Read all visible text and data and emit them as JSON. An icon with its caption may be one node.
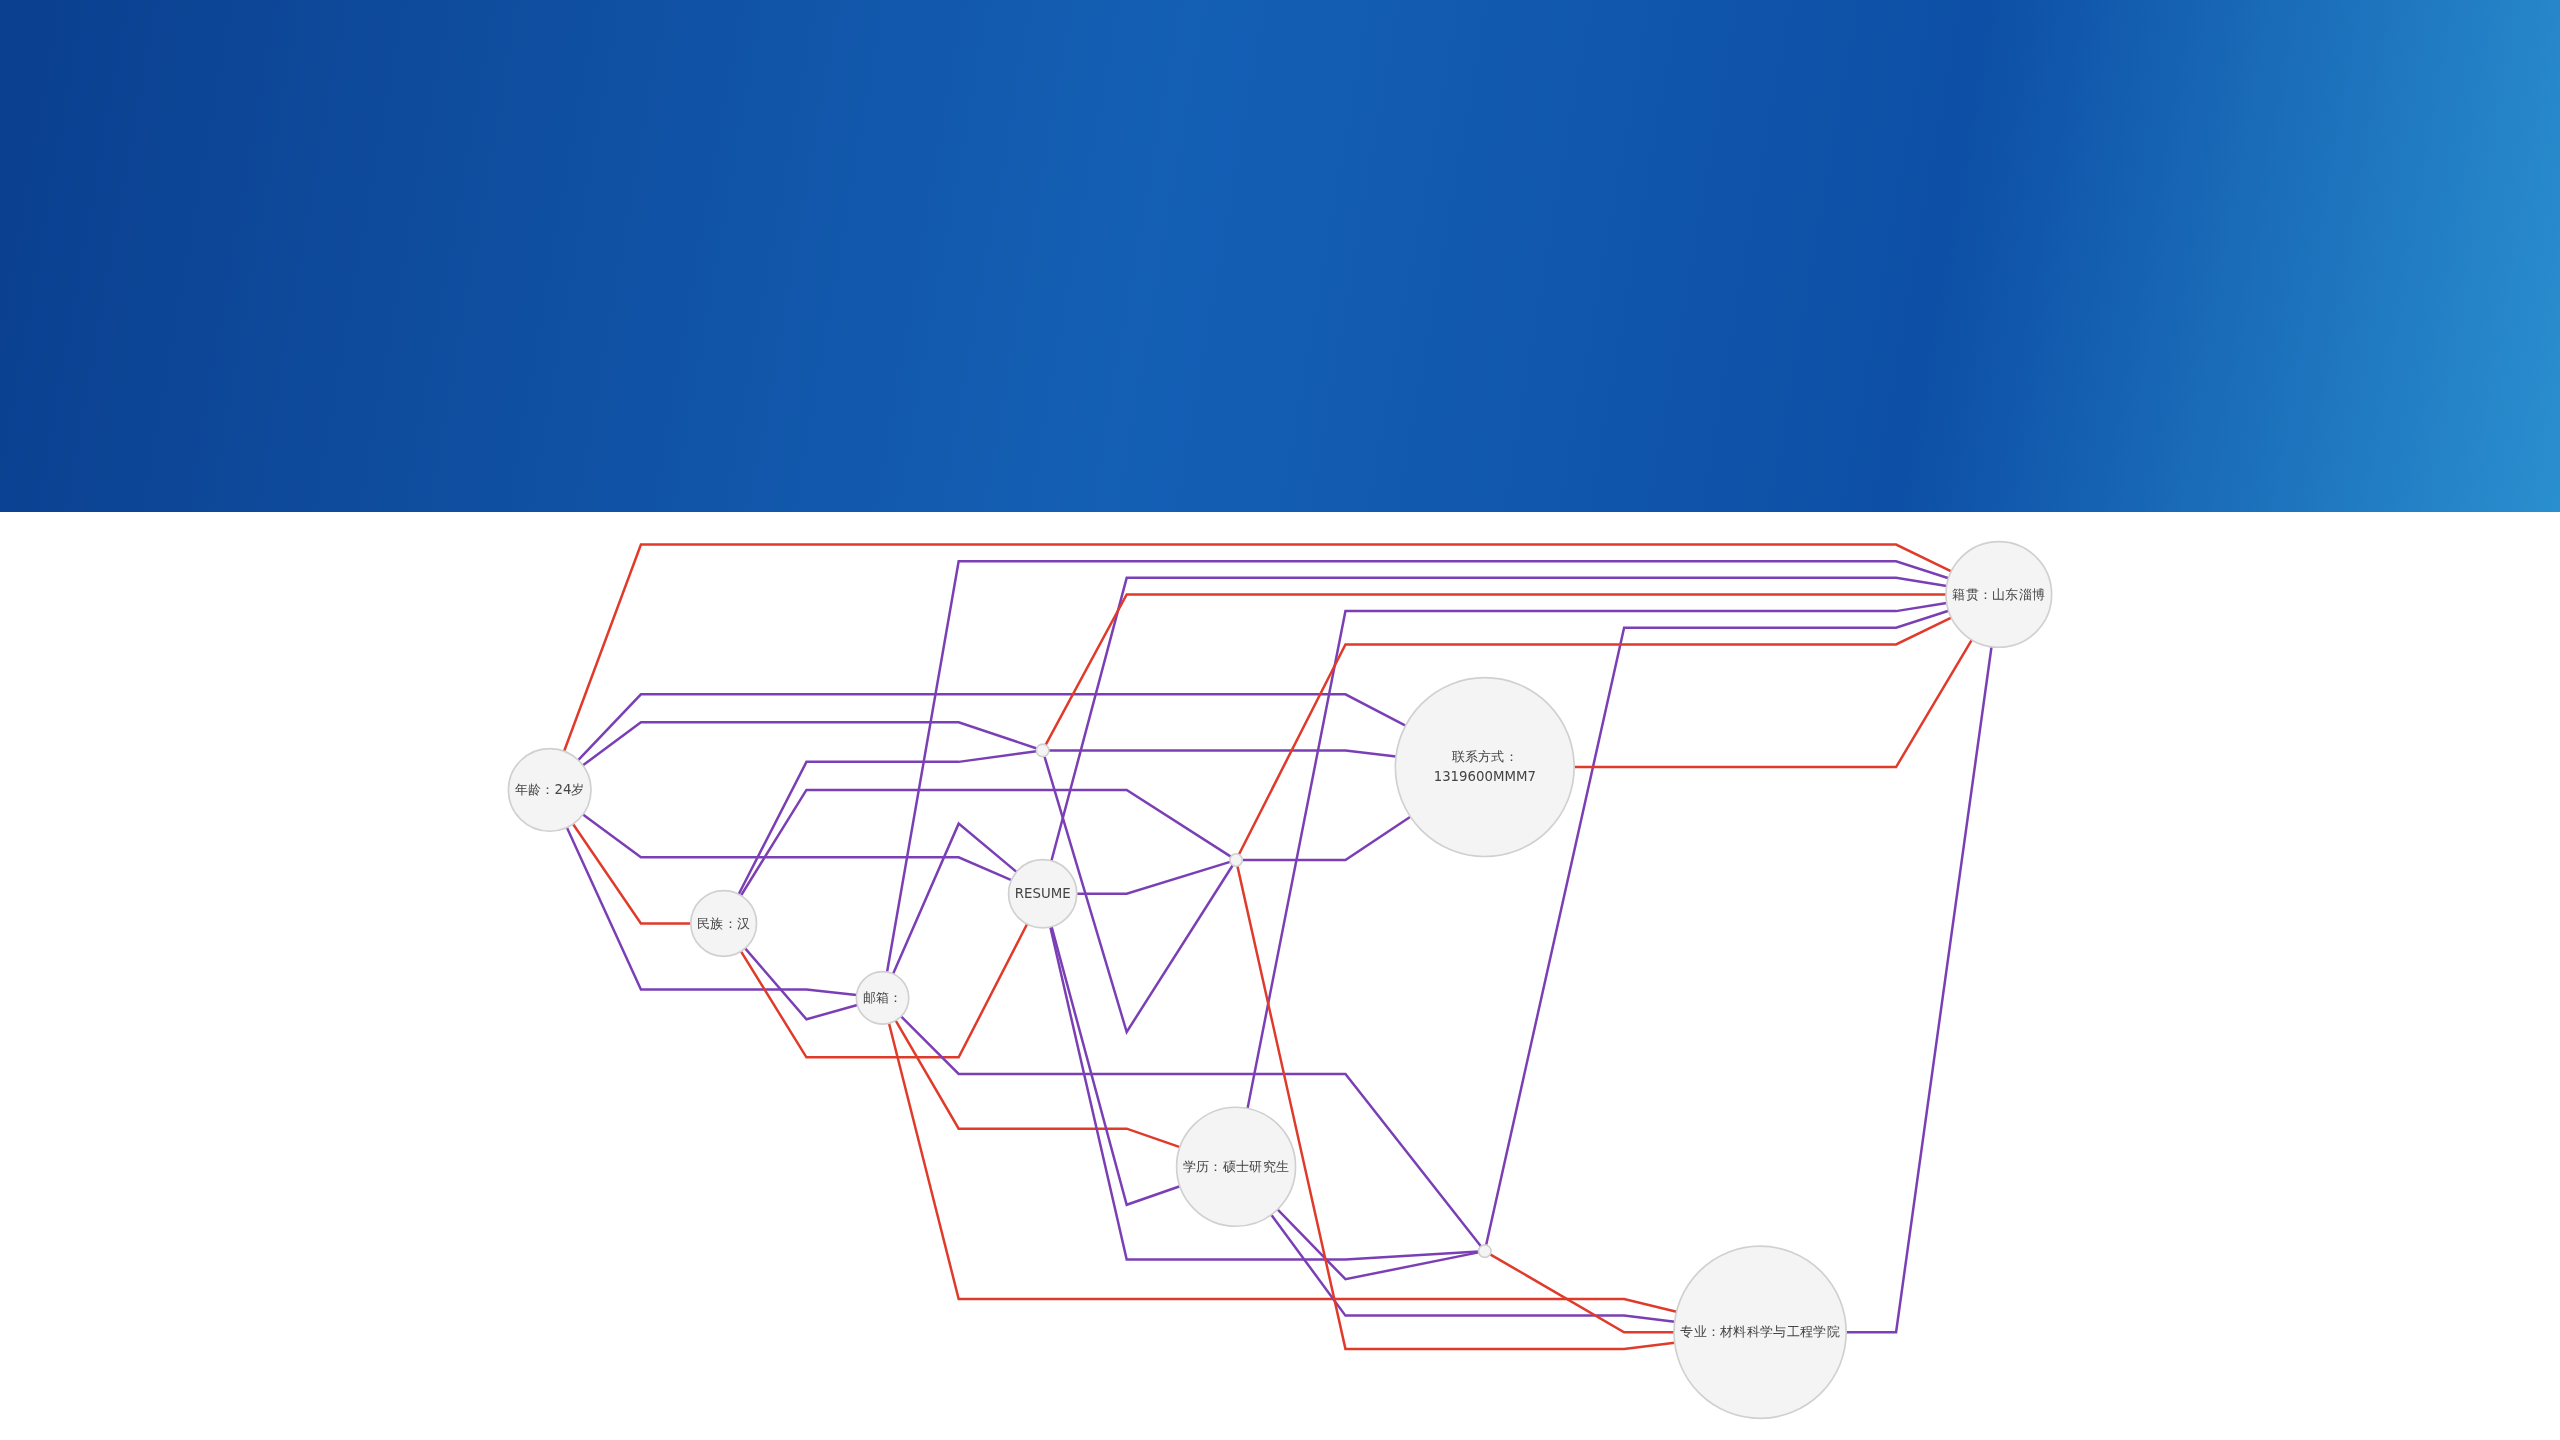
{
  "diagram": {
    "nodes": [
      {
        "text": [
          "年龄：24岁"
        ]
      },
      {
        "text": [
          "民族：汉"
        ]
      },
      {
        "text": [
          "邮箱："
        ]
      },
      {
        "text": [
          "RESUME"
        ]
      },
      {
        "text": [],
        "shape": "circle"
      },
      {
        "text": [
          "学历：硕士研究生"
        ]
      },
      {
        "text": [],
        "shape": "circle"
      },
      {
        "text": [],
        "shape": "circle"
      },
      {
        "text": [
          "联系方式：1319600MMM7"
        ]
      },
      {
        "text": [
          "专业：材料科学与工程学院"
        ]
      },
      {
        "text": [
          "籍贯：山东淄博"
        ]
      }
    ],
    "edges": [
      {
        "from": 0,
        "to": 1,
        "arrow": "none",
        "color": "#e03a2a"
      },
      {
        "from": 0,
        "to": 2,
        "arrow": "none"
      },
      {
        "from": 1,
        "to": 2,
        "arrow": "none"
      },
      {
        "from": 2,
        "to": 3,
        "arrow": "none"
      },
      {
        "from": 2,
        "to": 5,
        "arrow": "none",
        "color": "#e03a2a"
      },
      {
        "from": 0,
        "to": 4,
        "arrow": "none"
      },
      {
        "from": 0,
        "to": 8,
        "arrow": "none"
      },
      {
        "from": 0,
        "to": 3,
        "arrow": "none"
      },
      {
        "from": 0,
        "to": 10,
        "arrow": "none",
        "color": "#e03a2a"
      },
      {
        "from": 1,
        "to": 4,
        "arrow": "none"
      },
      {
        "from": 1,
        "to": 7,
        "arrow": "none"
      },
      {
        "from": 1,
        "to": 3,
        "arrow": "none",
        "color": "#e03a2a"
      },
      {
        "from": 2,
        "to": 10,
        "arrow": "none"
      },
      {
        "from": 2,
        "to": 6,
        "arrow": "none"
      },
      {
        "from": 2,
        "to": 9,
        "arrow": "none",
        "color": "#e03a2a"
      },
      {
        "from": 3,
        "to": 5,
        "arrow": "none"
      },
      {
        "from": 3,
        "to": 6,
        "arrow": "none"
      },
      {
        "from": 3,
        "to": 7,
        "arrow": "none"
      },
      {
        "from": 3,
        "to": 10,
        "arrow": "none"
      },
      {
        "from": 4,
        "to": 8,
        "arrow": "none"
      },
      {
        "from": 4,
        "to": 7,
        "arrow": "none"
      },
      {
        "from": 4,
        "to": 10,
        "arrow": "none",
        "color": "#e03a2a"
      },
      {
        "from": 5,
        "to": 6,
        "arrow": "none"
      },
      {
        "from": 5,
        "to": 10,
        "arrow": "none"
      },
      {
        "from": 5,
        "to": 9,
        "arrow": "none"
      },
      {
        "from": 6,
        "to": 10,
        "arrow": "none"
      },
      {
        "from": 6,
        "to": 9,
        "arrow": "none",
        "color": "#e03a2a"
      },
      {
        "from": 7,
        "to": 8,
        "arrow": "none"
      },
      {
        "from": 7,
        "to": 10,
        "arrow": "none",
        "color": "#e03a2a"
      },
      {
        "from": 7,
        "to": 9,
        "arrow": "none",
        "color": "#e03a2a"
      },
      {
        "from": 8,
        "to": 10,
        "arrow": "none",
        "color": "#e03a2a"
      },
      {
        "from": 9,
        "to": 10,
        "arrow": "none"
      }
    ]
  }
}
